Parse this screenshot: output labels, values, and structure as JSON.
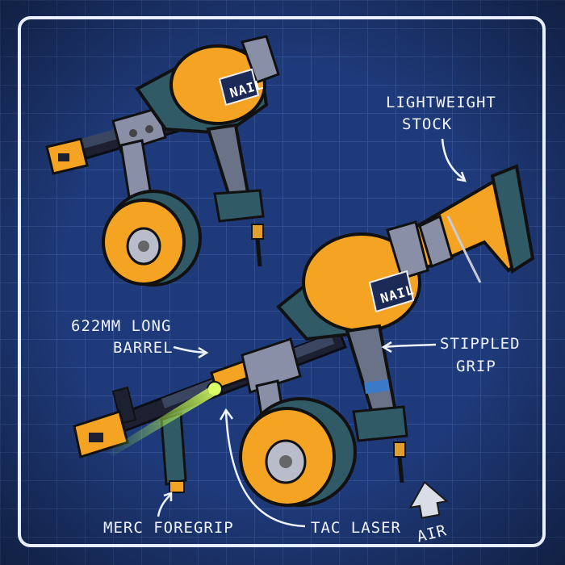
{
  "labels": {
    "stock_line1": "LIGHTWEIGHT",
    "stock_line2": "STOCK",
    "barrel_line1": "622MM LONG",
    "barrel_line2": "BARREL",
    "grip_line1": "STIPPLED",
    "grip_line2": "GRIP",
    "foregrip": "MERC FOREGRIP",
    "laser": "TAC LASER",
    "air": "AIR"
  },
  "brand": {
    "logo_top": "NAIL",
    "logo_bottom": "NAIL"
  },
  "colors": {
    "background": "#1f3a7a",
    "grid": "#3a5a9e",
    "frame": "#e8eefc",
    "body_orange": "#f4a323",
    "teal": "#2f5a66",
    "metal": "#8a8fa8",
    "laser": "#9aff33"
  }
}
